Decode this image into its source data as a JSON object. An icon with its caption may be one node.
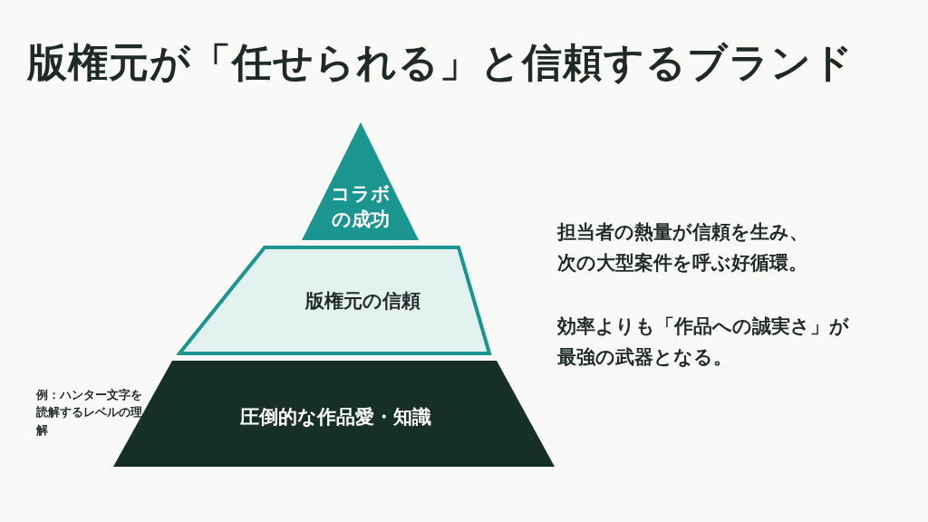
{
  "diagram": {
    "title": "版権元が「任せられる」と信頼するブランド",
    "nodes": [
      {
        "text": [
          "コラボの成功"
        ]
      },
      {
        "text": [
          "版権元の信頼"
        ]
      },
      {
        "text": [
          "圧倒的な作品愛・知識"
        ],
        "beside": [
          "例：ハンター文字を読解するレベルの理解"
        ]
      }
    ],
    "labels": [
      "担当者の熱量が信頼を生み、次の大型案件を呼ぶ好循環。",
      "効率よりも「作品への誠実さ」が最強の武器となる。"
    ]
  }
}
